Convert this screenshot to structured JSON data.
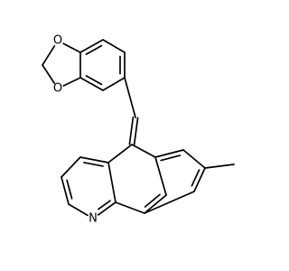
{
  "molecule": {
    "atoms": [
      {
        "id": "c1",
        "element": "C",
        "label": ""
      },
      {
        "id": "c2",
        "element": "C",
        "label": ""
      },
      {
        "id": "c3",
        "element": "C",
        "label": ""
      },
      {
        "id": "c4",
        "element": "C",
        "label": ""
      },
      {
        "id": "c5",
        "element": "C",
        "label": ""
      },
      {
        "id": "c6",
        "element": "C",
        "label": ""
      },
      {
        "id": "o1",
        "element": "O",
        "label": "O"
      },
      {
        "id": "o2",
        "element": "O",
        "label": "O"
      },
      {
        "id": "ch2",
        "element": "C",
        "label": ""
      },
      {
        "id": "cv",
        "element": "C",
        "label": ""
      },
      {
        "id": "c9",
        "element": "C",
        "label": ""
      },
      {
        "id": "c9a",
        "element": "C",
        "label": ""
      },
      {
        "id": "c4",
        "element": "C",
        "label": ""
      },
      {
        "id": "c3p",
        "element": "C",
        "label": ""
      },
      {
        "id": "c2p",
        "element": "C",
        "label": ""
      },
      {
        "id": "n1",
        "element": "N",
        "label": "N"
      },
      {
        "id": "c9b",
        "element": "C",
        "label": ""
      },
      {
        "id": "c4b",
        "element": "C",
        "label": ""
      },
      {
        "id": "c5b",
        "element": "C",
        "label": ""
      },
      {
        "id": "c6b",
        "element": "C",
        "label": ""
      },
      {
        "id": "c7b",
        "element": "C",
        "label": ""
      },
      {
        "id": "c8b",
        "element": "C",
        "label": ""
      },
      {
        "id": "me",
        "element": "C",
        "label": ""
      }
    ],
    "bonds": [
      {
        "a": 0,
        "b": 1,
        "order": 2
      },
      {
        "a": 1,
        "b": 2,
        "order": 1
      },
      {
        "a": 2,
        "b": 3,
        "order": 2
      },
      {
        "a": 3,
        "b": 4,
        "order": 1
      },
      {
        "a": 4,
        "b": 5,
        "order": 2
      },
      {
        "a": 5,
        "b": 0,
        "order": 1
      },
      {
        "a": 2,
        "b": 6,
        "order": 1
      },
      {
        "a": 3,
        "b": 7,
        "order": 1
      },
      {
        "a": 6,
        "b": 8,
        "order": 1
      },
      {
        "a": 7,
        "b": 8,
        "order": 1
      },
      {
        "a": 5,
        "b": 9,
        "order": 1
      },
      {
        "a": 9,
        "b": 10,
        "order": 2
      },
      {
        "a": 10,
        "b": 11,
        "order": 1
      },
      {
        "a": 11,
        "b": 12,
        "order": 2
      },
      {
        "a": 12,
        "b": 13,
        "order": 1
      },
      {
        "a": 13,
        "b": 14,
        "order": 2
      },
      {
        "a": 14,
        "b": 15,
        "order": 1
      },
      {
        "a": 15,
        "b": 16,
        "order": 2
      },
      {
        "a": 16,
        "b": 11,
        "order": 1
      },
      {
        "a": 16,
        "b": 17,
        "order": 1
      },
      {
        "a": 17,
        "b": 18,
        "order": 2
      },
      {
        "a": 18,
        "b": 19,
        "order": 1
      },
      {
        "a": 19,
        "b": 20,
        "order": 2
      },
      {
        "a": 20,
        "b": 21,
        "order": 1
      },
      {
        "a": 21,
        "b": 22,
        "order": 2
      },
      {
        "a": 22,
        "b": 17,
        "order": 1
      },
      {
        "a": 22,
        "b": 10,
        "order": 1
      },
      {
        "a": 20,
        "b": 23,
        "order": 1
      }
    ],
    "colors": {
      "bond": "#000000",
      "label": "#000000",
      "background": "#ffffff"
    }
  }
}
